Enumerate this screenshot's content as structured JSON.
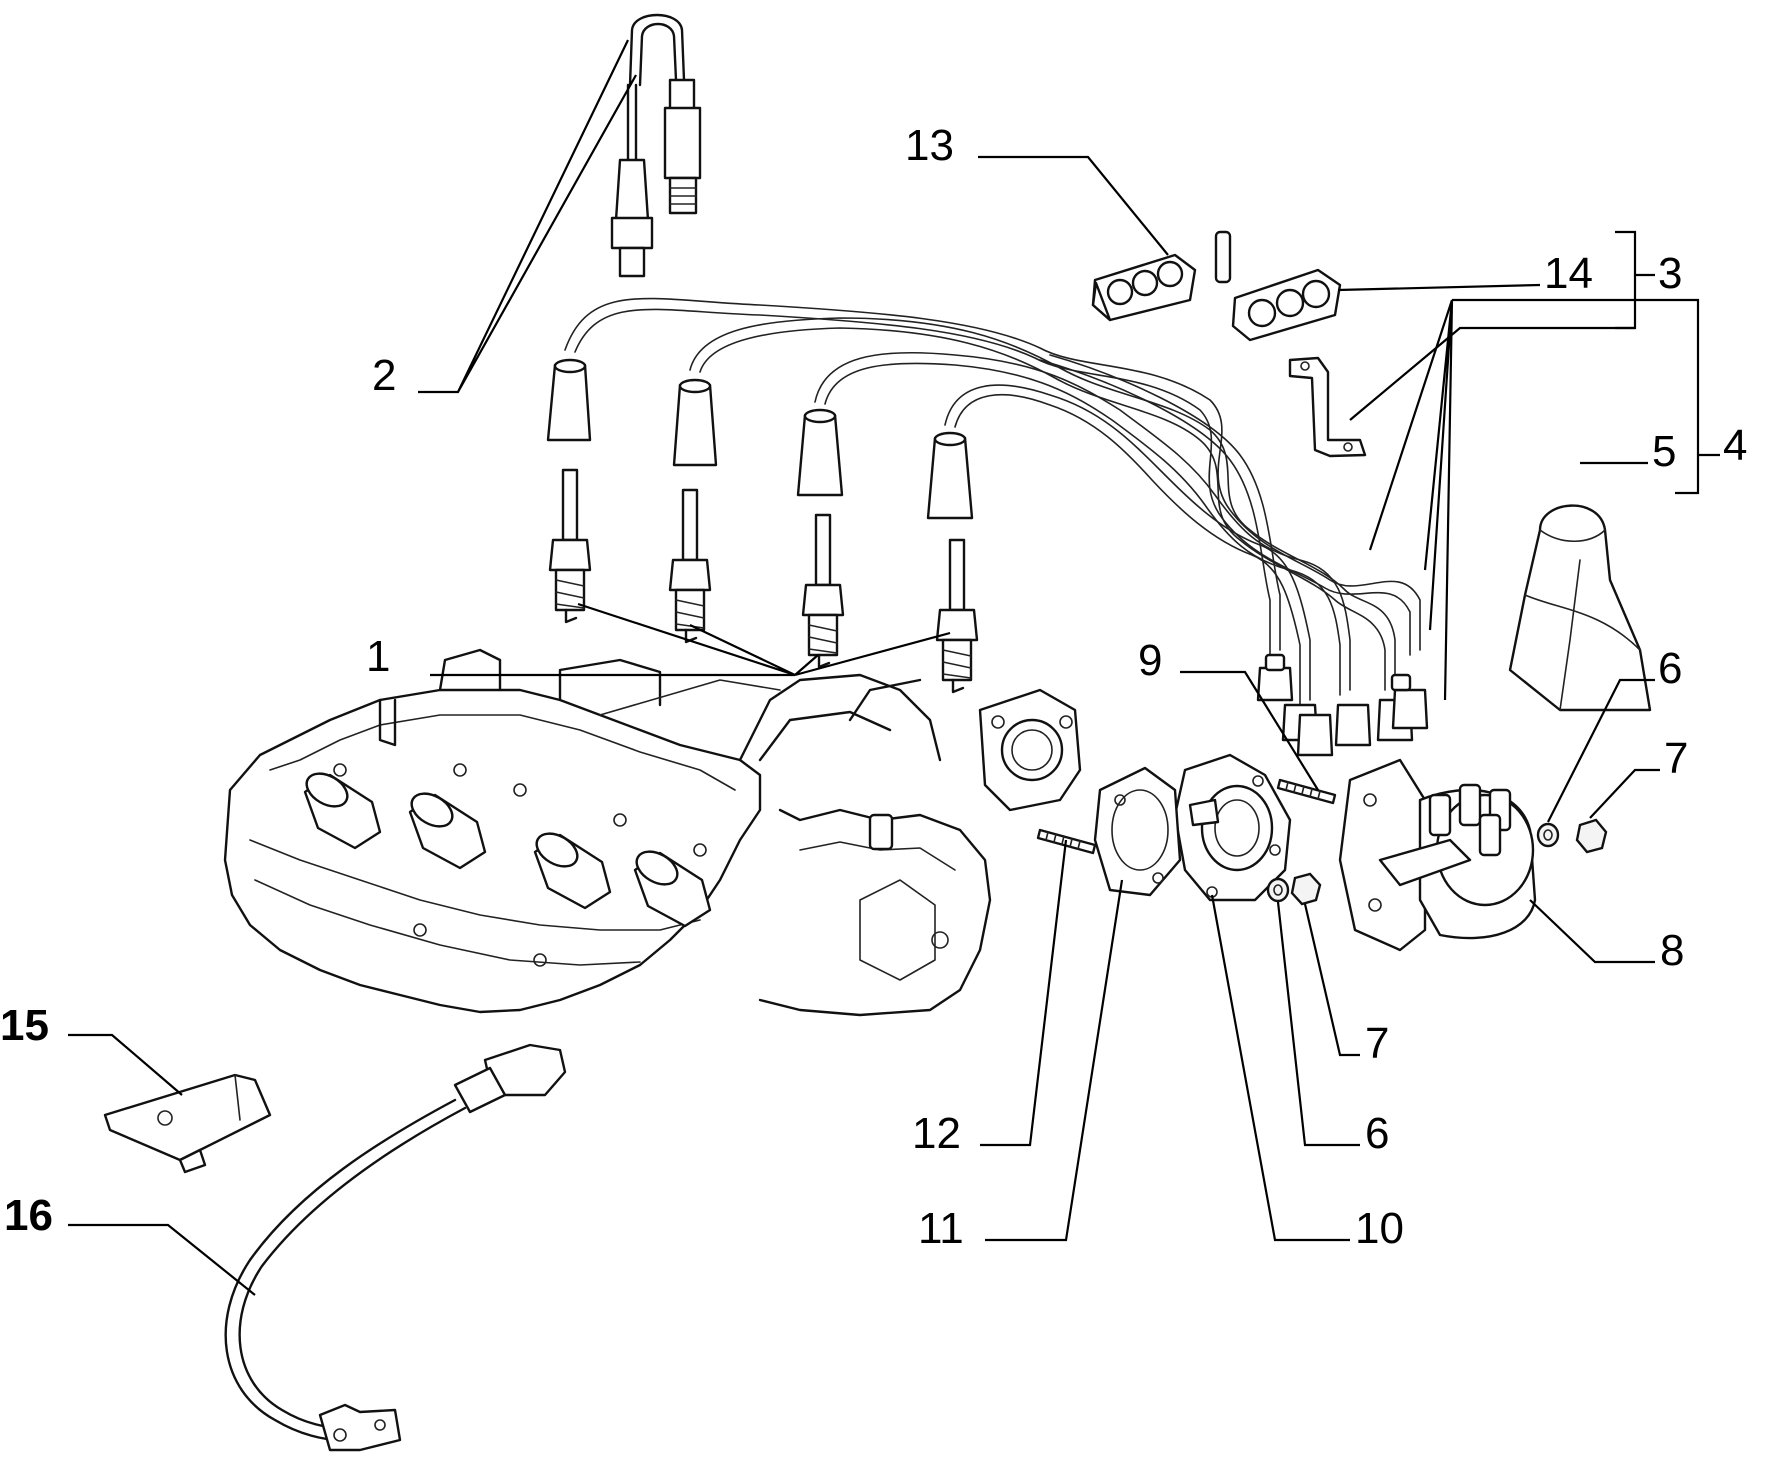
{
  "callouts": {
    "c1": "1",
    "c2": "2",
    "c3": "3",
    "c4": "4",
    "c5": "5",
    "c6a": "6",
    "c6b": "6",
    "c7a": "7",
    "c7b": "7",
    "c8": "8",
    "c9": "9",
    "c10": "10",
    "c11": "11",
    "c12": "12",
    "c13": "13",
    "c14": "14",
    "c15": "15",
    "c16": "16"
  }
}
